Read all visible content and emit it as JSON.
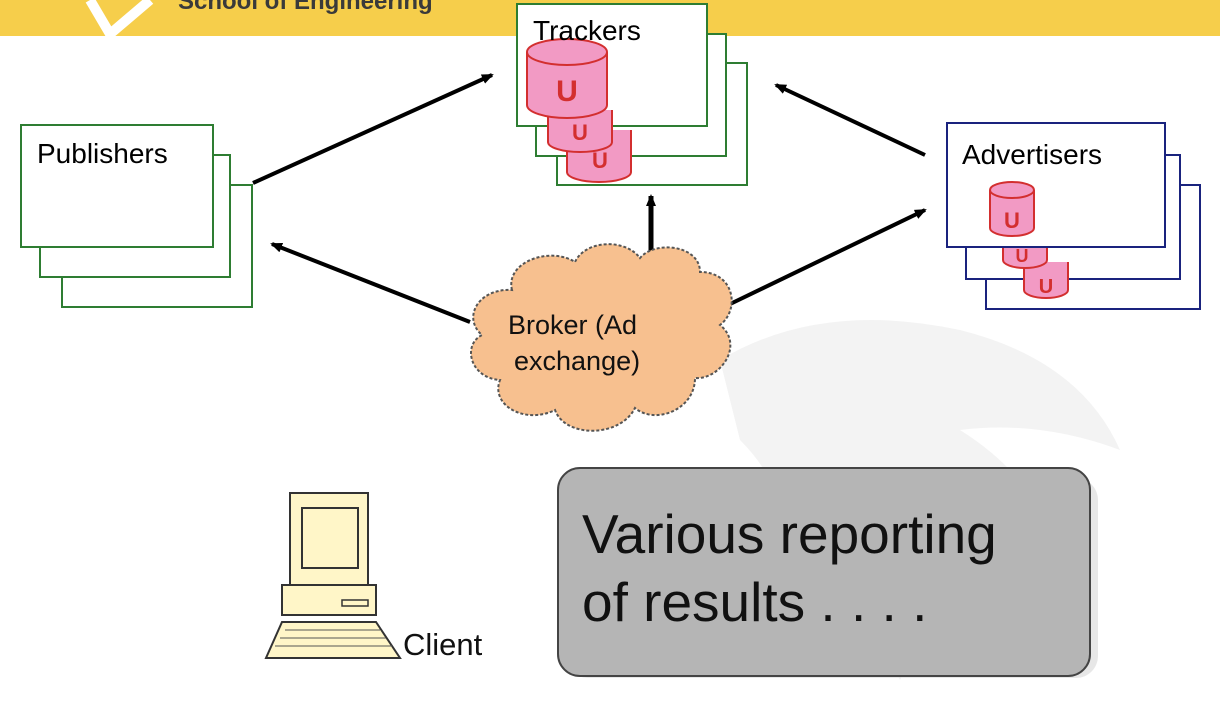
{
  "header": {
    "school_text": "School of Engineering"
  },
  "nodes": {
    "trackers": {
      "label": "Trackers",
      "db_letter": "U"
    },
    "publishers": {
      "label": "Publishers"
    },
    "advertisers": {
      "label": "Advertisers",
      "db_letter": "U"
    },
    "broker": {
      "label_line1": "Broker  (Ad",
      "label_line2": "exchange)"
    },
    "client": {
      "label": "Client"
    }
  },
  "callout": {
    "line1": "Various reporting",
    "line2": "of results . . . ."
  },
  "colors": {
    "header_band": "#f6ce4b",
    "trackers_border": "#2e7d32",
    "publishers_border": "#2e7d32",
    "advertisers_border": "#1a237e",
    "database_fill": "#f29ac4",
    "database_stroke": "#d32f2f",
    "broker_cloud": "#f7c08f",
    "callout_fill": "#b5b5b5",
    "computer_fill": "#fff6c8"
  }
}
